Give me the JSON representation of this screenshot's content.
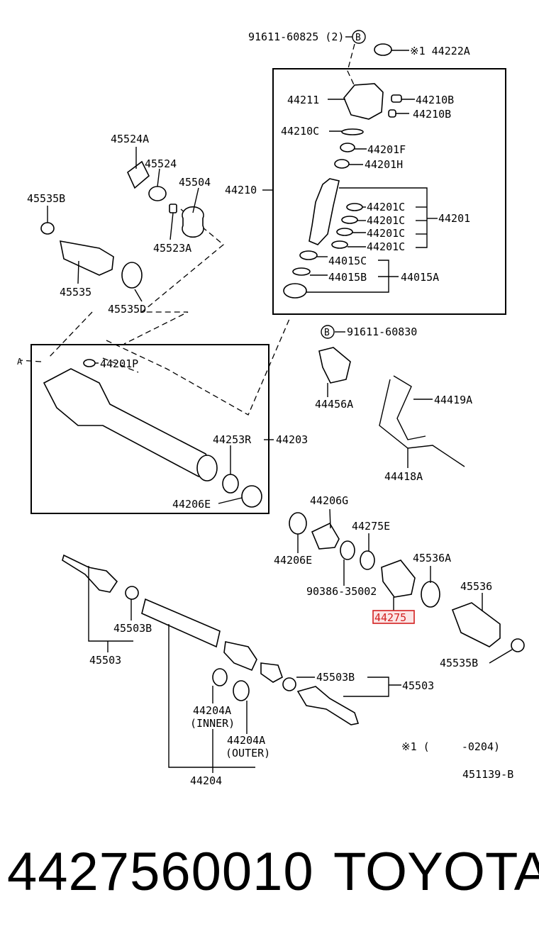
{
  "labels": {
    "l_91611_60825": "91611-60825 (2)",
    "l_b_top": "B",
    "l_44222A": "※1 44222A",
    "l_44211": "44211",
    "l_44210B_1": "44210B",
    "l_44210B_2": "44210B",
    "l_44210C": "44210C",
    "l_44201F": "44201F",
    "l_44201H": "44201H",
    "l_44210": "44210",
    "l_44201C_1": "44201C",
    "l_44201C_2": "44201C",
    "l_44201C_3": "44201C",
    "l_44201C_4": "44201C",
    "l_44201": "44201",
    "l_44015C": "44015C",
    "l_44015B": "44015B",
    "l_44015A": "44015A",
    "l_45524A": "45524A",
    "l_45524": "45524",
    "l_45504": "45504",
    "l_45535B_top": "45535B",
    "l_45523A": "45523A",
    "l_45535": "45535",
    "l_45535D": "45535D",
    "l_b_mid": "B",
    "l_91611_60830": "91611-60830",
    "l_44456A": "44456A",
    "l_44419A": "44419A",
    "l_44418A": "44418A",
    "l_44201P": "44201P",
    "l_44253R": "44253R",
    "l_44203": "44203",
    "l_44206E_left": "44206E",
    "l_44206G": "44206G",
    "l_44275E": "44275E",
    "l_44206E_right": "44206E",
    "l_45536A": "45536A",
    "l_90386": "90386-35002",
    "l_45536": "45536",
    "l_44275": "44275",
    "l_45535B_bottom": "45535B",
    "l_45503B_left": "45503B",
    "l_45503_left": "45503",
    "l_45503B_right": "45503B",
    "l_45503_right": "45503",
    "l_44204A_inner": "44204A",
    "l_inner": "(INNER)",
    "l_44204A_outer": "44204A",
    "l_outer": "(OUTER)",
    "l_44204": "44204",
    "l_note": "※1 (     -0204)",
    "l_ref": "451139-B",
    "l_arrow_a": "A"
  },
  "footer": {
    "part_number": "4427560010",
    "brand": "TOYOTA"
  },
  "highlight_color": "#d32020"
}
